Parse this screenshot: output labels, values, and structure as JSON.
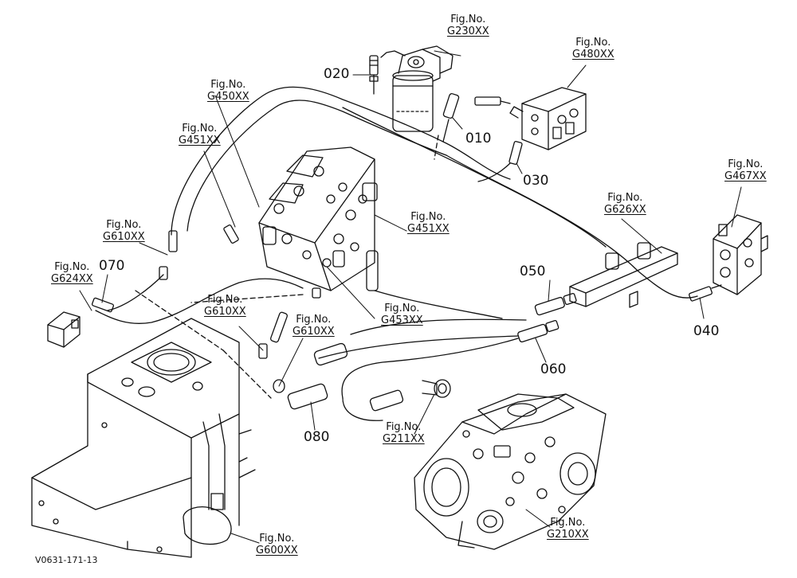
{
  "fig_prefix": "Fig.No.",
  "figure_refs": [
    {
      "id": "g230",
      "code": "G230XX"
    },
    {
      "id": "g480",
      "code": "G480XX"
    },
    {
      "id": "g450",
      "code": "G450XX"
    },
    {
      "id": "g451a",
      "code": "G451XX"
    },
    {
      "id": "g451b",
      "code": "G451XX"
    },
    {
      "id": "g467",
      "code": "G467XX"
    },
    {
      "id": "g626",
      "code": "G626XX"
    },
    {
      "id": "g610a",
      "code": "G610XX"
    },
    {
      "id": "g624",
      "code": "G624XX"
    },
    {
      "id": "g610b",
      "code": "G610XX"
    },
    {
      "id": "g610c",
      "code": "G610XX"
    },
    {
      "id": "g453",
      "code": "G453XX"
    },
    {
      "id": "g211",
      "code": "G211XX"
    },
    {
      "id": "g210",
      "code": "G210XX"
    },
    {
      "id": "g600",
      "code": "G600XX"
    }
  ],
  "part_numbers": [
    {
      "id": "p020",
      "label": "020"
    },
    {
      "id": "p010",
      "label": "010"
    },
    {
      "id": "p030",
      "label": "030"
    },
    {
      "id": "p070",
      "label": "070"
    },
    {
      "id": "p050",
      "label": "050"
    },
    {
      "id": "p060",
      "label": "060"
    },
    {
      "id": "p040",
      "label": "040"
    },
    {
      "id": "p080",
      "label": "080"
    }
  ],
  "drawing_code": "V0631-171-13"
}
